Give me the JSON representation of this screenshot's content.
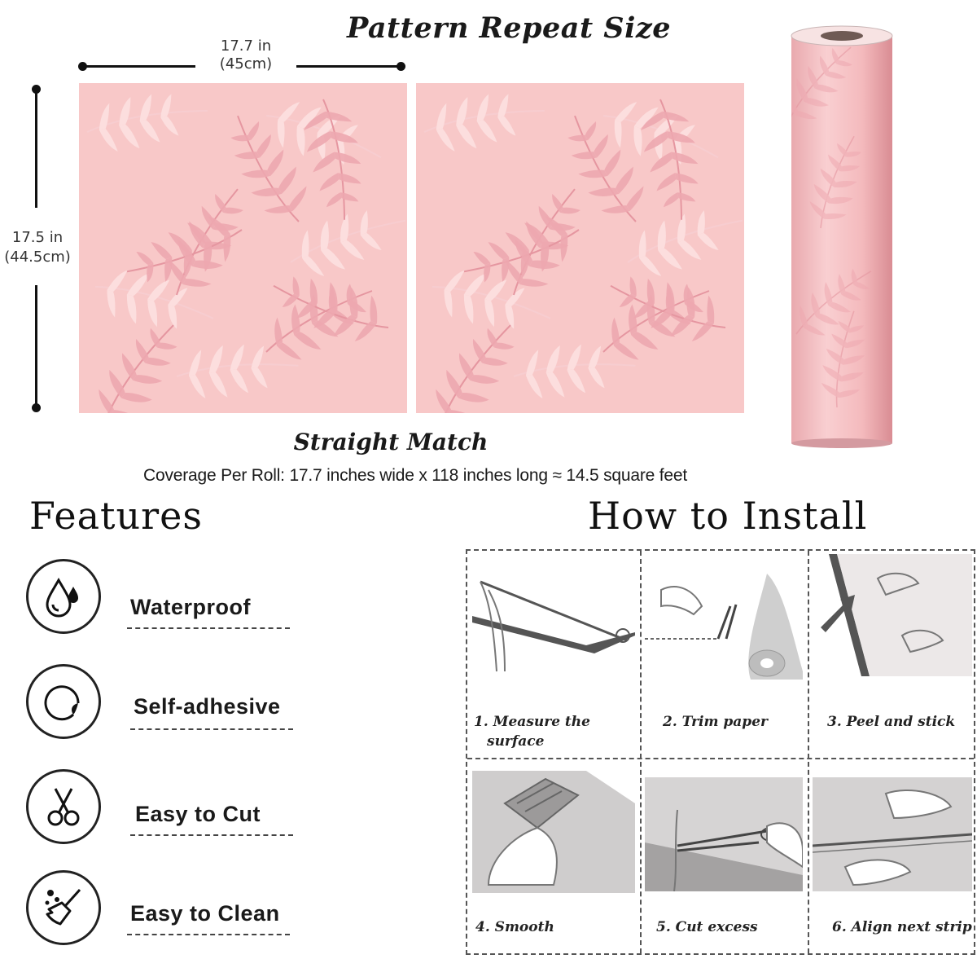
{
  "header": {
    "title": "Pattern Repeat Size",
    "width_label_1": "17.7 in",
    "width_label_2": "(45cm)",
    "height_label_1": "17.5 in",
    "height_label_2": "(44.5cm)"
  },
  "match": {
    "title": "Straight Match",
    "coverage": "Coverage Per Roll: 17.7 inches wide x 118 inches long ≈ 14.5 square feet"
  },
  "features": {
    "heading": "Features",
    "items": [
      {
        "label": "Waterproof",
        "icon": "water-drops-icon"
      },
      {
        "label": "Self-adhesive",
        "icon": "peel-sticker-icon"
      },
      {
        "label": "Easy to Cut",
        "icon": "scissors-icon"
      },
      {
        "label": "Easy to Clean",
        "icon": "broom-icon"
      }
    ]
  },
  "install": {
    "heading": "How to Install",
    "steps": [
      {
        "line1": "1. Measure the",
        "line2": "surface"
      },
      {
        "line1": "2. Trim paper",
        "line2": ""
      },
      {
        "line1": "3. Peel and stick",
        "line2": ""
      },
      {
        "line1": "4. Smooth",
        "line2": ""
      },
      {
        "line1": "5. Cut excess",
        "line2": ""
      },
      {
        "line1": "6. Align next strip",
        "line2": ""
      }
    ]
  },
  "colors": {
    "pattern_background": "#f8c8c8",
    "leaf_dark": "#e89aa2",
    "leaf_light": "#fbd9d9",
    "text": "#1a1a1a"
  }
}
